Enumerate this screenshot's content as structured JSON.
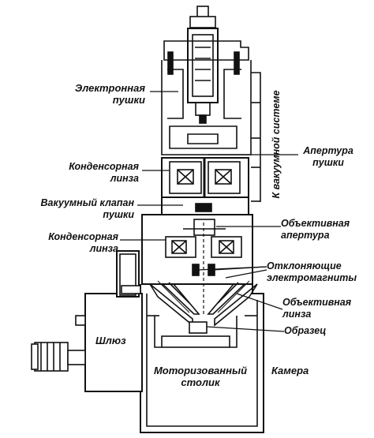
{
  "labels": {
    "electron_gun": [
      "Электронная",
      "пушки"
    ],
    "condenser_lens_top": [
      "Конденсорная",
      "линза"
    ],
    "vacuum_valve": [
      "Вакуумный клапан",
      "пушки"
    ],
    "condenser_lens_bottom": [
      "Конденсорная",
      "линза"
    ],
    "to_vacuum_system": "К вакуумной системе",
    "gun_aperture": [
      "Апертура",
      "пушки"
    ],
    "objective_aperture": [
      "Объективная",
      "апертура"
    ],
    "deflecting_magnets": [
      "Отклоняющие",
      "электромагниты"
    ],
    "objective_lens": [
      "Объективная",
      "линза"
    ],
    "sample": "Образец",
    "airlock": "Шлюз",
    "motorized_stage": [
      "Моторизованный",
      "столик"
    ],
    "chamber": "Камера"
  }
}
